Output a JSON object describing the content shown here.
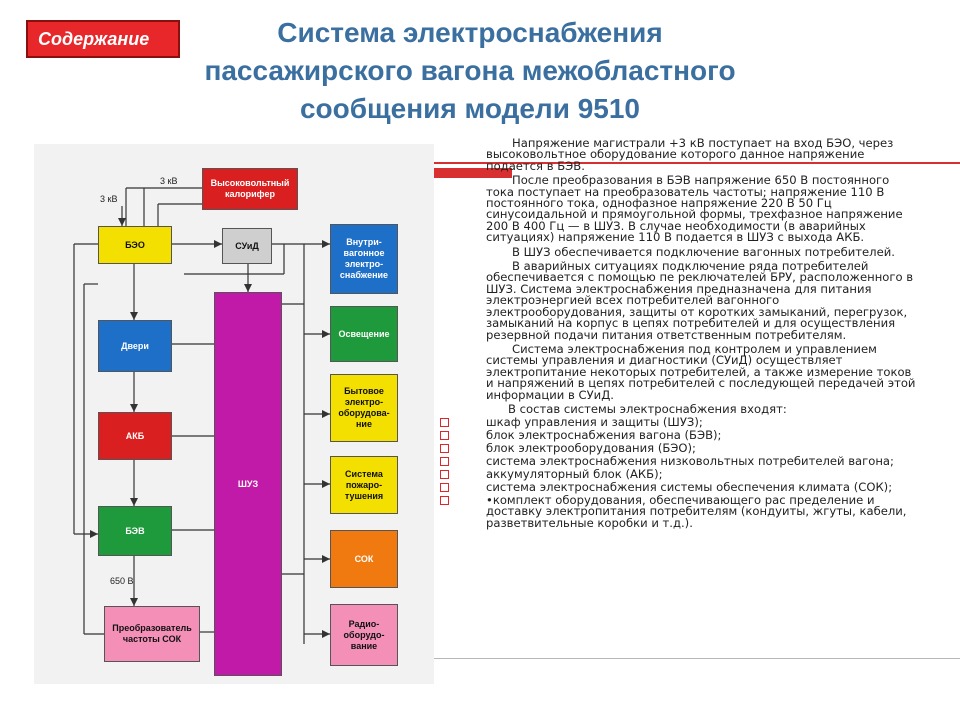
{
  "nav": {
    "content_label": "Содержание"
  },
  "title": {
    "line1": "Система электроснабжения",
    "line2": "пассажирского вагона межобластного",
    "line3": "сообщения модели 9510"
  },
  "diagram": {
    "blocks": {
      "bro": "БЭО",
      "suid": "СУиД",
      "heater": "Высоковольтный калорифер",
      "doors": "Двери",
      "akb": "АКБ",
      "bev": "БЭВ",
      "shuz": "ШУЗ",
      "converter": "Преобразователь частоты СОК",
      "internal": "Внутри-вагонное электро-снабжение",
      "lighting": "Освещение",
      "household": "Бытовое электро-оборудова-ние",
      "fire": "Система пожаро-тушения",
      "sok": "СОК",
      "radio": "Радио-оборудо-вание"
    },
    "labels": {
      "v3kv_left": "3 кВ",
      "v3kv_top": "3 кВ",
      "v650": "650 В"
    },
    "colors": {
      "blue": "#1e6fc8",
      "green": "#1e9a3c",
      "yellow": "#f4e000",
      "red": "#d91f1f",
      "orange": "#f07a10",
      "magenta": "#c21aa8",
      "pink": "#f48fb7",
      "grey": "#cfcfcf"
    }
  },
  "text": {
    "p1": "Напряжение магистрали +3 кВ поступает на вход БЭО, через высоковольтное оборудование которого данное напряжение подается в БЭВ.",
    "p2": "После преобразования в БЭВ напряжение 650 В постоянного тока поступает на преобразователь частоты; напряжение 110 В постоянного тока, однофазное напряжение 220 В 50 Гц синусоидальной и прямоугольной формы, трехфазное напряжение 200 В 400 Гц — в ШУЗ. В случае необходимости (в аварийных ситуациях) напряжение 110 В подается в ШУЗ с выхода АКБ.",
    "p3": "В ШУЗ обеспечивается подключение вагонных потребителей.",
    "p4": "В аварийных ситуациях подключение ряда потребителей обеспечивается с помощью пе реключателей БРУ, расположенного в ШУЗ. Система электроснабжения предназначена для питания электроэнергией всех потребителей вагонного электрооборудования, защиты от коротких замыканий, перегрузок, замыканий на корпус в цепях потребителей и для осуществления резервной подачи питания ответственным потребителям.",
    "p5": "Система электроснабжения под контролем и управлением системы управления и диагностики (СУиД) осуществляет электропитание некоторых потребителей, а также измерение токов и напряжений в цепях потребителей с последующей передачей этой информации в СУиД.",
    "list_intro": "В состав системы электроснабжения входят:",
    "items": [
      "шкаф управления и защиты (ШУЗ);",
      "блок электроснабжения вагона (БЭВ);",
      "блок электрооборудования (БЭО);",
      "система электроснабжения низковольтных потребителей вагона;",
      "аккумуляторный блок (АКБ);",
      "система электроснабжения системы обеспечения климата (СОК);",
      "•комплект оборудования, обеспечивающего рас пределение и доставку электропитания потребителям (кондуиты, жгуты, кабели, разветвительные коробки и т.д.)."
    ]
  }
}
